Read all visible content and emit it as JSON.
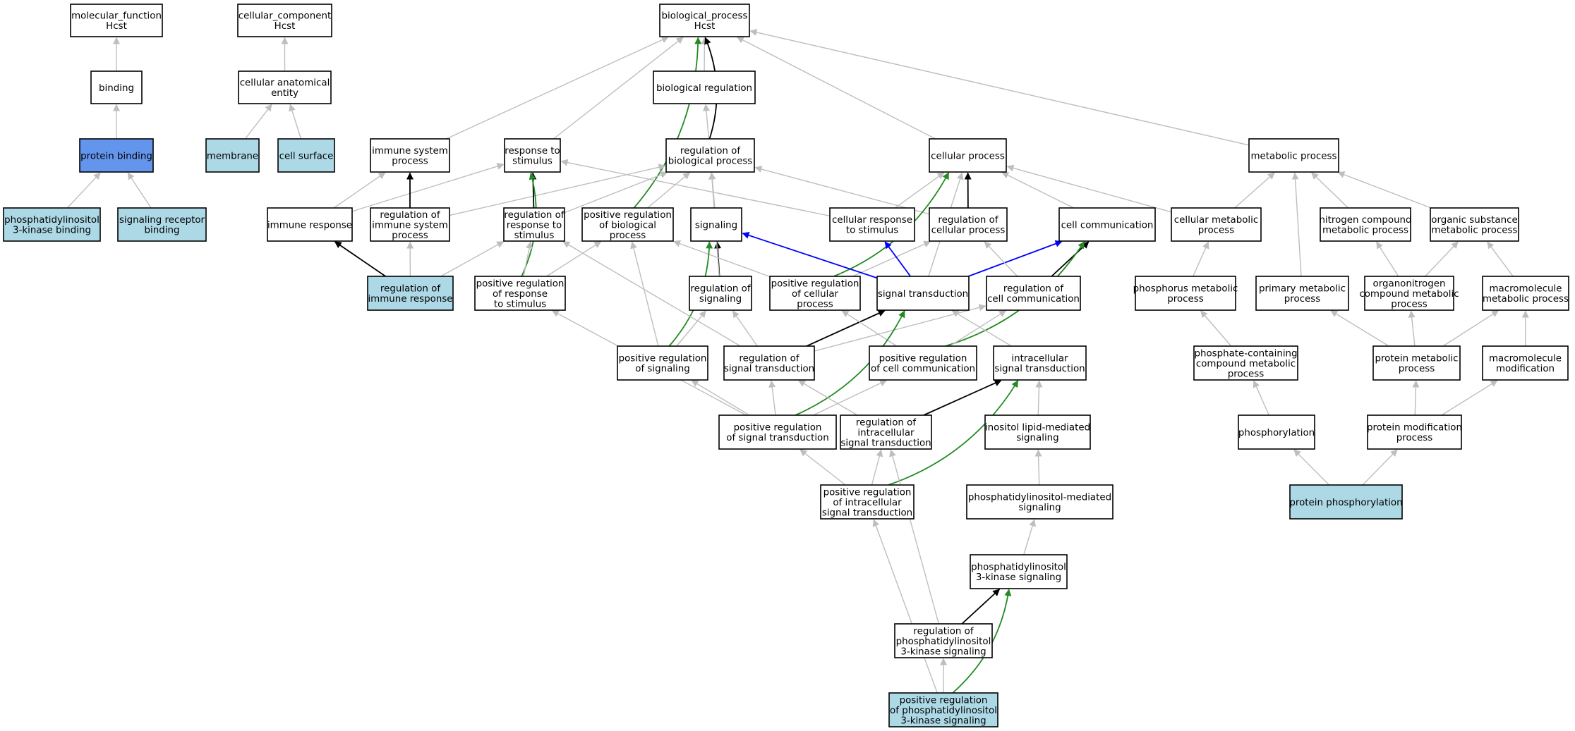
{
  "colors": {
    "default_fill": "#ffffff",
    "annotated_fill": "#add8e6",
    "query_fill": "#6495ed",
    "is_a_edge": "#bebebe",
    "part_of_regulates_edge": "#000000",
    "positively_regulates_edge": "#228b22",
    "blue_edge": "#0000ff"
  },
  "nodes": [
    {
      "id": "mf",
      "lines": [
        "molecular_function",
        "Hcst"
      ],
      "kind": "default"
    },
    {
      "id": "cc",
      "lines": [
        "cellular_component",
        "Hcst"
      ],
      "kind": "default"
    },
    {
      "id": "bp",
      "lines": [
        "biological_process",
        "Hcst"
      ],
      "kind": "default"
    },
    {
      "id": "binding",
      "lines": [
        "binding"
      ],
      "kind": "default"
    },
    {
      "id": "cae",
      "lines": [
        "cellular anatomical",
        "entity"
      ],
      "kind": "default"
    },
    {
      "id": "breg",
      "lines": [
        "biological regulation"
      ],
      "kind": "default"
    },
    {
      "id": "pb",
      "lines": [
        "protein binding"
      ],
      "kind": "query"
    },
    {
      "id": "membrane",
      "lines": [
        "membrane"
      ],
      "kind": "annotated"
    },
    {
      "id": "cellsurface",
      "lines": [
        "cell surface"
      ],
      "kind": "annotated"
    },
    {
      "id": "isp",
      "lines": [
        "immune system",
        "process"
      ],
      "kind": "default"
    },
    {
      "id": "rts",
      "lines": [
        "response to",
        "stimulus"
      ],
      "kind": "default"
    },
    {
      "id": "rbp",
      "lines": [
        "regulation of",
        "biological process"
      ],
      "kind": "default"
    },
    {
      "id": "cp",
      "lines": [
        "cellular process"
      ],
      "kind": "default"
    },
    {
      "id": "mp",
      "lines": [
        "metabolic process"
      ],
      "kind": "default"
    },
    {
      "id": "pi3kb",
      "lines": [
        "phosphatidylinositol",
        "3-kinase binding"
      ],
      "kind": "annotated"
    },
    {
      "id": "srb",
      "lines": [
        "signaling receptor",
        "binding"
      ],
      "kind": "annotated"
    },
    {
      "id": "ir",
      "lines": [
        "immune response"
      ],
      "kind": "default"
    },
    {
      "id": "risp",
      "lines": [
        "regulation of",
        "immune system",
        "process"
      ],
      "kind": "default"
    },
    {
      "id": "rrts",
      "lines": [
        "regulation of",
        "response to",
        "stimulus"
      ],
      "kind": "default"
    },
    {
      "id": "prbp",
      "lines": [
        "positive regulation",
        "of biological",
        "process"
      ],
      "kind": "default"
    },
    {
      "id": "signaling",
      "lines": [
        "signaling"
      ],
      "kind": "default"
    },
    {
      "id": "crts",
      "lines": [
        "cellular response",
        "to stimulus"
      ],
      "kind": "default"
    },
    {
      "id": "rcp",
      "lines": [
        "regulation of",
        "cellular process"
      ],
      "kind": "default"
    },
    {
      "id": "cc2",
      "lines": [
        "cell communication"
      ],
      "kind": "default"
    },
    {
      "id": "cmp",
      "lines": [
        "cellular metabolic",
        "process"
      ],
      "kind": "default"
    },
    {
      "id": "ncmp",
      "lines": [
        "nitrogen compound",
        "metabolic process"
      ],
      "kind": "default"
    },
    {
      "id": "osmp",
      "lines": [
        "organic substance",
        "metabolic process"
      ],
      "kind": "default"
    },
    {
      "id": "rir",
      "lines": [
        "regulation of",
        "immune response"
      ],
      "kind": "annotated"
    },
    {
      "id": "prrts",
      "lines": [
        "positive regulation",
        "of response",
        "to stimulus"
      ],
      "kind": "default"
    },
    {
      "id": "rsig",
      "lines": [
        "regulation of",
        "signaling"
      ],
      "kind": "default"
    },
    {
      "id": "prcp",
      "lines": [
        "positive regulation",
        "of cellular",
        "process"
      ],
      "kind": "default"
    },
    {
      "id": "st",
      "lines": [
        "signal transduction"
      ],
      "kind": "default"
    },
    {
      "id": "rcc",
      "lines": [
        "regulation of",
        "cell communication"
      ],
      "kind": "default"
    },
    {
      "id": "phmp",
      "lines": [
        "phosphorus metabolic",
        "process"
      ],
      "kind": "default"
    },
    {
      "id": "pmp",
      "lines": [
        "primary metabolic",
        "process"
      ],
      "kind": "default"
    },
    {
      "id": "oncmp",
      "lines": [
        "organonitrogen",
        "compound metabolic",
        "process"
      ],
      "kind": "default"
    },
    {
      "id": "mmp",
      "lines": [
        "macromolecule",
        "metabolic process"
      ],
      "kind": "default"
    },
    {
      "id": "prsig",
      "lines": [
        "positive regulation",
        "of signaling"
      ],
      "kind": "default"
    },
    {
      "id": "rst",
      "lines": [
        "regulation of",
        "signal transduction"
      ],
      "kind": "default"
    },
    {
      "id": "prcc",
      "lines": [
        "positive regulation",
        "of cell communication"
      ],
      "kind": "default"
    },
    {
      "id": "ist",
      "lines": [
        "intracellular",
        "signal transduction"
      ],
      "kind": "default"
    },
    {
      "id": "pcmp",
      "lines": [
        "phosphate-containing",
        "compound metabolic",
        "process"
      ],
      "kind": "default"
    },
    {
      "id": "protmp",
      "lines": [
        "protein metabolic",
        "process"
      ],
      "kind": "default"
    },
    {
      "id": "mm",
      "lines": [
        "macromolecule",
        "modification"
      ],
      "kind": "default"
    },
    {
      "id": "prst",
      "lines": [
        "positive regulation",
        "of signal transduction"
      ],
      "kind": "default"
    },
    {
      "id": "rist",
      "lines": [
        "regulation of",
        "intracellular",
        "signal transduction"
      ],
      "kind": "default"
    },
    {
      "id": "ilms",
      "lines": [
        "inositol lipid-mediated",
        "signaling"
      ],
      "kind": "default"
    },
    {
      "id": "phos",
      "lines": [
        "phosphorylation"
      ],
      "kind": "default"
    },
    {
      "id": "pmodp",
      "lines": [
        "protein modification",
        "process"
      ],
      "kind": "default"
    },
    {
      "id": "prist",
      "lines": [
        "positive regulation",
        "of intracellular",
        "signal transduction"
      ],
      "kind": "default"
    },
    {
      "id": "pims",
      "lines": [
        "phosphatidylinositol-mediated",
        "signaling"
      ],
      "kind": "default"
    },
    {
      "id": "pp",
      "lines": [
        "protein phosphorylation"
      ],
      "kind": "annotated"
    },
    {
      "id": "pi3ks",
      "lines": [
        "phosphatidylinositol",
        "3-kinase signaling"
      ],
      "kind": "default"
    },
    {
      "id": "rpi3ks",
      "lines": [
        "regulation of",
        "phosphatidylinositol",
        "3-kinase signaling"
      ],
      "kind": "default"
    },
    {
      "id": "prpi3ks",
      "lines": [
        "positive regulation",
        "of phosphatidylinositol",
        "3-kinase signaling"
      ],
      "kind": "annotated"
    }
  ],
  "edges": [
    {
      "from": "binding",
      "to": "mf",
      "type": "is_a"
    },
    {
      "from": "pb",
      "to": "binding",
      "type": "is_a"
    },
    {
      "from": "pi3kb",
      "to": "pb",
      "type": "is_a"
    },
    {
      "from": "srb",
      "to": "pb",
      "type": "is_a"
    },
    {
      "from": "cae",
      "to": "cc",
      "type": "is_a"
    },
    {
      "from": "membrane",
      "to": "cae",
      "type": "is_a"
    },
    {
      "from": "cellsurface",
      "to": "cae",
      "type": "is_a"
    },
    {
      "from": "breg",
      "to": "bp",
      "type": "is_a"
    },
    {
      "from": "isp",
      "to": "bp",
      "type": "is_a"
    },
    {
      "from": "rts",
      "to": "bp",
      "type": "is_a"
    },
    {
      "from": "rbp",
      "to": "bp",
      "type": "regulates"
    },
    {
      "from": "cp",
      "to": "bp",
      "type": "is_a"
    },
    {
      "from": "mp",
      "to": "bp",
      "type": "is_a"
    },
    {
      "from": "rbp",
      "to": "breg",
      "type": "is_a"
    },
    {
      "from": "prbp",
      "to": "bp",
      "type": "positively_regulates"
    },
    {
      "from": "ir",
      "to": "isp",
      "type": "is_a"
    },
    {
      "from": "ir",
      "to": "rts",
      "type": "is_a"
    },
    {
      "from": "risp",
      "to": "isp",
      "type": "regulates"
    },
    {
      "from": "risp",
      "to": "rbp",
      "type": "is_a"
    },
    {
      "from": "rrts",
      "to": "rts",
      "type": "regulates"
    },
    {
      "from": "rrts",
      "to": "rbp",
      "type": "is_a"
    },
    {
      "from": "prbp",
      "to": "rbp",
      "type": "is_a"
    },
    {
      "from": "signaling",
      "to": "rbp",
      "type": "is_a"
    },
    {
      "from": "crts",
      "to": "rts",
      "type": "is_a"
    },
    {
      "from": "crts",
      "to": "cp",
      "type": "is_a"
    },
    {
      "from": "rcp",
      "to": "cp",
      "type": "regulates"
    },
    {
      "from": "rcp",
      "to": "rbp",
      "type": "is_a"
    },
    {
      "from": "cc2",
      "to": "cp",
      "type": "is_a"
    },
    {
      "from": "cmp",
      "to": "cp",
      "type": "is_a"
    },
    {
      "from": "cmp",
      "to": "mp",
      "type": "is_a"
    },
    {
      "from": "ncmp",
      "to": "mp",
      "type": "is_a"
    },
    {
      "from": "osmp",
      "to": "mp",
      "type": "is_a"
    },
    {
      "from": "rir",
      "to": "ir",
      "type": "regulates"
    },
    {
      "from": "rir",
      "to": "risp",
      "type": "is_a"
    },
    {
      "from": "rir",
      "to": "rrts",
      "type": "is_a"
    },
    {
      "from": "prrts",
      "to": "rts",
      "type": "positively_regulates"
    },
    {
      "from": "prrts",
      "to": "rrts",
      "type": "is_a"
    },
    {
      "from": "prrts",
      "to": "prbp",
      "type": "is_a"
    },
    {
      "from": "rsig",
      "to": "signaling",
      "type": "regulates"
    },
    {
      "from": "rsig",
      "to": "rbp",
      "type": "is_a"
    },
    {
      "from": "prcp",
      "to": "cp",
      "type": "positively_regulates"
    },
    {
      "from": "prcp",
      "to": "prbp",
      "type": "is_a"
    },
    {
      "from": "prcp",
      "to": "rcp",
      "type": "is_a"
    },
    {
      "from": "st",
      "to": "signaling",
      "type": "blue"
    },
    {
      "from": "st",
      "to": "crts",
      "type": "blue"
    },
    {
      "from": "st",
      "to": "cc2",
      "type": "blue"
    },
    {
      "from": "st",
      "to": "cp",
      "type": "is_a"
    },
    {
      "from": "rcc",
      "to": "cc2",
      "type": "regulates"
    },
    {
      "from": "rcc",
      "to": "rcp",
      "type": "is_a"
    },
    {
      "from": "phmp",
      "to": "cmp",
      "type": "is_a"
    },
    {
      "from": "pmp",
      "to": "mp",
      "type": "is_a"
    },
    {
      "from": "oncmp",
      "to": "ncmp",
      "type": "is_a"
    },
    {
      "from": "oncmp",
      "to": "osmp",
      "type": "is_a"
    },
    {
      "from": "mmp",
      "to": "osmp",
      "type": "is_a"
    },
    {
      "from": "prsig",
      "to": "signaling",
      "type": "positively_regulates"
    },
    {
      "from": "prsig",
      "to": "rsig",
      "type": "is_a"
    },
    {
      "from": "prsig",
      "to": "prbp",
      "type": "is_a"
    },
    {
      "from": "rst",
      "to": "st",
      "type": "regulates"
    },
    {
      "from": "rst",
      "to": "rsig",
      "type": "is_a"
    },
    {
      "from": "rst",
      "to": "rcc",
      "type": "is_a"
    },
    {
      "from": "rst",
      "to": "rrts",
      "type": "is_a"
    },
    {
      "from": "prcc",
      "to": "cc2",
      "type": "positively_regulates"
    },
    {
      "from": "prcc",
      "to": "rcc",
      "type": "is_a"
    },
    {
      "from": "prcc",
      "to": "prcp",
      "type": "is_a"
    },
    {
      "from": "ist",
      "to": "st",
      "type": "is_a"
    },
    {
      "from": "pcmp",
      "to": "phmp",
      "type": "is_a"
    },
    {
      "from": "protmp",
      "to": "pmp",
      "type": "is_a"
    },
    {
      "from": "protmp",
      "to": "oncmp",
      "type": "is_a"
    },
    {
      "from": "protmp",
      "to": "mmp",
      "type": "is_a"
    },
    {
      "from": "mm",
      "to": "mmp",
      "type": "is_a"
    },
    {
      "from": "prst",
      "to": "st",
      "type": "positively_regulates"
    },
    {
      "from": "prst",
      "to": "rst",
      "type": "is_a"
    },
    {
      "from": "prst",
      "to": "prsig",
      "type": "is_a"
    },
    {
      "from": "prst",
      "to": "prcc",
      "type": "is_a"
    },
    {
      "from": "prst",
      "to": "prrts",
      "type": "is_a"
    },
    {
      "from": "rist",
      "to": "ist",
      "type": "regulates"
    },
    {
      "from": "rist",
      "to": "rst",
      "type": "is_a"
    },
    {
      "from": "ilms",
      "to": "ist",
      "type": "is_a"
    },
    {
      "from": "phos",
      "to": "pcmp",
      "type": "is_a"
    },
    {
      "from": "pmodp",
      "to": "protmp",
      "type": "is_a"
    },
    {
      "from": "pmodp",
      "to": "mm",
      "type": "is_a"
    },
    {
      "from": "prist",
      "to": "ist",
      "type": "positively_regulates"
    },
    {
      "from": "prist",
      "to": "rist",
      "type": "is_a"
    },
    {
      "from": "prist",
      "to": "prst",
      "type": "is_a"
    },
    {
      "from": "pims",
      "to": "ilms",
      "type": "is_a"
    },
    {
      "from": "pp",
      "to": "phos",
      "type": "is_a"
    },
    {
      "from": "pp",
      "to": "pmodp",
      "type": "is_a"
    },
    {
      "from": "pi3ks",
      "to": "pims",
      "type": "is_a"
    },
    {
      "from": "rpi3ks",
      "to": "pi3ks",
      "type": "regulates"
    },
    {
      "from": "rpi3ks",
      "to": "rist",
      "type": "is_a"
    },
    {
      "from": "prpi3ks",
      "to": "pi3ks",
      "type": "positively_regulates"
    },
    {
      "from": "prpi3ks",
      "to": "rpi3ks",
      "type": "is_a"
    },
    {
      "from": "prpi3ks",
      "to": "prist",
      "type": "is_a"
    }
  ]
}
